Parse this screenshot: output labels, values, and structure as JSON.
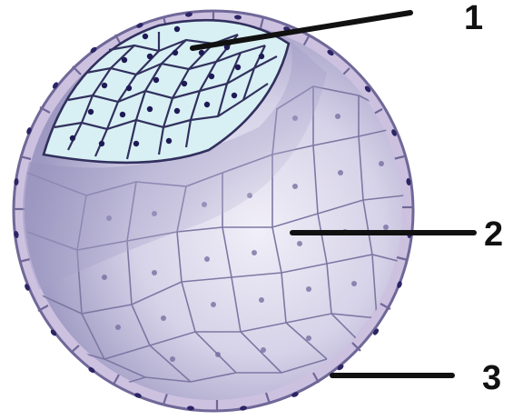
{
  "figure": {
    "callouts": [
      {
        "id": "1",
        "label": "1"
      },
      {
        "id": "2",
        "label": "2"
      },
      {
        "id": "3",
        "label": "3"
      }
    ]
  },
  "colors": {
    "background": "#ffffff",
    "blastocoel": "#c9c6dd",
    "blastocoel_shadow": "#8f8bb5",
    "cell_fill": "#ebe8f4",
    "cell_border": "#7d78a3",
    "rim_cells": "#cbbfdf",
    "nucleus_dark": "#2b2566",
    "inner_cell_mass": "#d8f0f4",
    "inner_cell_border": "#32305e",
    "leader_line": "#111111"
  }
}
